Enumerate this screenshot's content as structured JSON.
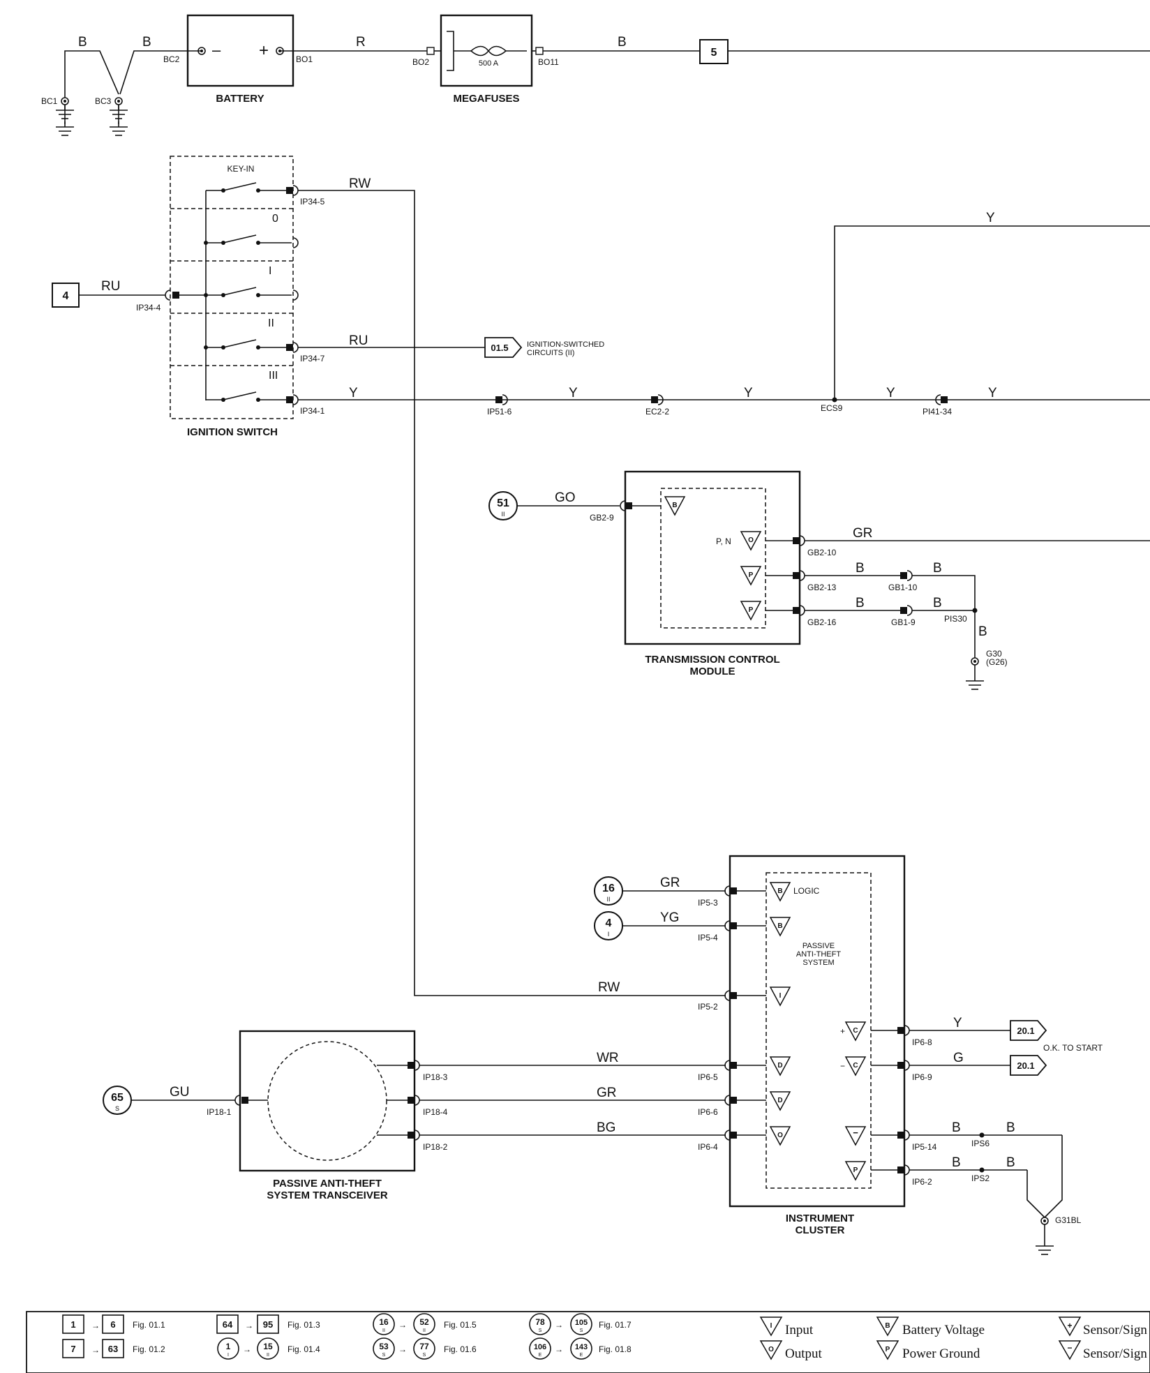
{
  "battery": {
    "title": "BATTERY",
    "pins": [
      "BC2",
      "BO1"
    ],
    "neg_sign": "–",
    "pos_sign": "+",
    "grounds": [
      "BC1",
      "BC3"
    ],
    "wires": [
      "B",
      "B",
      "R"
    ]
  },
  "megafuses": {
    "title": "MEGAFUSES",
    "fuse_rating": "500 A",
    "pins": [
      "BO2",
      "BO11"
    ],
    "out_wire": "B",
    "ref": "5"
  },
  "ignition": {
    "title": "IGNITION SWITCH",
    "positions": [
      "KEY-IN",
      "0",
      "I",
      "II",
      "III"
    ],
    "input_ref": "4",
    "input_wire": "RU",
    "input_pin": "IP34-4",
    "outputs": [
      {
        "pin": "IP34-5",
        "wire": "RW"
      },
      {
        "pin": "IP34-7",
        "wire": "RU"
      },
      {
        "pin": "IP34-1",
        "wire": "Y"
      }
    ],
    "offpage": {
      "ref": "01.5",
      "text1": "IGNITION-SWITCHED",
      "text2": "CIRCUITS (II)"
    }
  },
  "y_circuit": {
    "connectors": [
      "IP51-6",
      "EC2-2",
      "ECS9",
      "PI41-34"
    ],
    "wires": [
      "Y",
      "Y",
      "Y",
      "Y",
      "Y",
      "Y"
    ]
  },
  "tcm": {
    "title_line1": "TRANSMISSION CONTROL",
    "title_line2": "MODULE",
    "input_ref": "51",
    "input_ref_sub": "II",
    "input_wire": "GO",
    "input_pin": "GB2-9",
    "pn_label": "P, N",
    "pins": [
      {
        "pin": "GB2-10",
        "wire": "GR"
      },
      {
        "pin": "GB2-13",
        "wire": "B",
        "conn": "GB1-10",
        "wire2": "B"
      },
      {
        "pin": "GB2-16",
        "wire": "B",
        "conn": "GB1-9",
        "wire2": "B"
      }
    ],
    "splice": "PIS30",
    "ground_wire": "B",
    "ground": "G30",
    "ground_alt": "(G26)"
  },
  "cluster": {
    "title_line1": "INSTRUMENT",
    "title_line2": "CLUSTER",
    "logic_label": "LOGIC",
    "pats_line1": "PASSIVE",
    "pats_line2": "ANTI-THEFT",
    "pats_line3": "SYSTEM",
    "inputs": [
      {
        "ref": "16",
        "sub": "II",
        "wire": "GR",
        "pin": "IP5-3"
      },
      {
        "ref": "4",
        "sub": "I",
        "wire": "YG",
        "pin": "IP5-4"
      },
      {
        "wire": "RW",
        "pin": "IP5-2"
      }
    ],
    "transceiver_links": [
      {
        "wire": "WR",
        "pin": "IP6-5",
        "tpin": "IP18-3"
      },
      {
        "wire": "GR",
        "pin": "IP6-6",
        "tpin": "IP18-4"
      },
      {
        "wire": "BG",
        "pin": "IP6-4",
        "tpin": "IP18-2"
      }
    ],
    "outputs": [
      {
        "pin": "IP6-8",
        "wire": "Y",
        "ref": "20.1"
      },
      {
        "pin": "IP6-9",
        "wire": "G",
        "ref": "20.1"
      }
    ],
    "ok_to_start": "O.K. TO START",
    "grounds": [
      {
        "pin": "IP5-14",
        "wire": "B",
        "splice": "IPS6",
        "wire2": "B"
      },
      {
        "pin": "IP6-2",
        "wire": "B",
        "splice": "IPS2",
        "wire2": "B"
      }
    ],
    "ground": "G31BL"
  },
  "transceiver": {
    "title_line1": "PASSIVE ANTI-THEFT",
    "title_line2": "SYSTEM TRANSCEIVER",
    "input_ref": "65",
    "input_sub": "S",
    "input_wire": "GU",
    "input_pin": "IP18-1"
  },
  "legend": {
    "sq_rows": [
      {
        "a": "1",
        "b": "6",
        "fig": "Fig. 01.1"
      },
      {
        "a": "7",
        "b": "63",
        "fig": "Fig. 01.2"
      }
    ],
    "sq2_rows": [
      {
        "a": "64",
        "b": "95",
        "fig": "Fig. 01.3"
      }
    ],
    "circle_rows": [
      {
        "a": "1",
        "as": "I",
        "b": "15",
        "bs": "II",
        "fig": "Fig. 01.4"
      },
      {
        "a": "16",
        "as": "II",
        "b": "52",
        "bs": "II",
        "fig": "Fig. 01.5"
      },
      {
        "a": "53",
        "as": "S",
        "b": "77",
        "bs": "S",
        "fig": "Fig. 01.6"
      },
      {
        "a": "78",
        "as": "S",
        "b": "105",
        "bs": "S",
        "fig": "Fig. 01.7"
      },
      {
        "a": "106",
        "as": "E",
        "b": "143",
        "bs": "E",
        "fig": "Fig. 01.8"
      }
    ],
    "symbols": [
      {
        "glyph": "I",
        "text": "Input"
      },
      {
        "glyph": "O",
        "text": "Output"
      },
      {
        "glyph": "B",
        "text": "Battery Voltage"
      },
      {
        "glyph": "P",
        "text": "Power Ground"
      },
      {
        "glyph": "+",
        "text": "Sensor/Sign"
      },
      {
        "glyph": "−",
        "text": "Sensor/Sign"
      }
    ]
  }
}
